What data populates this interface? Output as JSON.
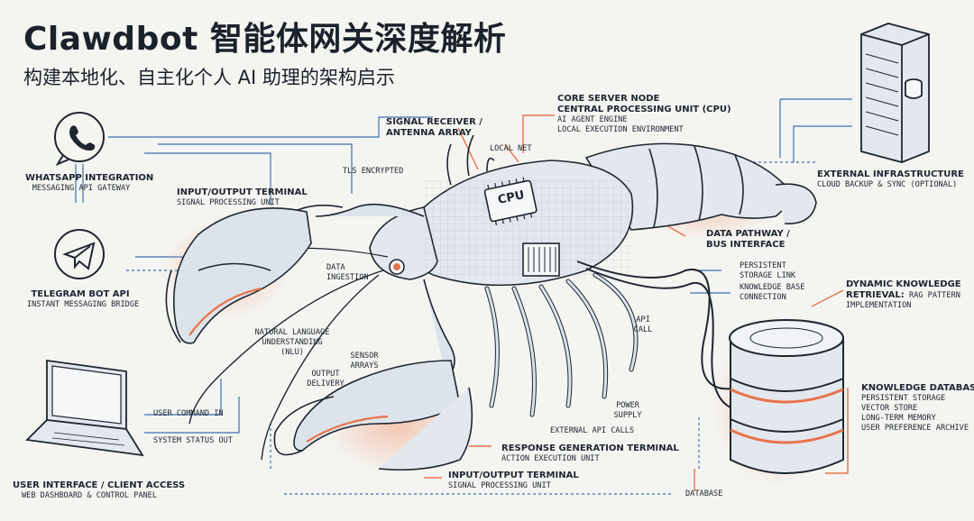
{
  "title": "Clawdbot 智能体网关深度解析",
  "subtitle": "构建本地化、自主化个人 AI 助理的架构启示",
  "labels": {
    "signal_receiver": {
      "l1": "SIGNAL RECEIVER /",
      "l2": "ANTENNA ARRAY"
    },
    "core_server": {
      "l1": "CORE SERVER NODE",
      "l2": "CENTRAL PROCESSING UNIT (CPU)",
      "s1": "AI AGENT ENGINE",
      "s2": "LOCAL EXECUTION ENVIRONMENT"
    },
    "local_net": "LOCAL NET",
    "tls": "TLS ENCRYPTED",
    "whatsapp": {
      "title": "WHATSAPP INTEGRATION",
      "sub": "MESSAGING API GATEWAY"
    },
    "io_terminal_top": {
      "title": "INPUT/OUTPUT TERMINAL",
      "sub": "SIGNAL PROCESSING UNIT"
    },
    "telegram": {
      "title": "TELEGRAM BOT API",
      "sub": "INSTANT MESSAGING BRIDGE"
    },
    "data_ingestion": {
      "l1": "DATA",
      "l2": "INGESTION"
    },
    "nlu": {
      "l1": "NATURAL LANGUAGE",
      "l2": "UNDERSTANDING",
      "l3": "(NLU)"
    },
    "sensor_arrays": {
      "l1": "SENSOR",
      "l2": "ARRAYS"
    },
    "output_delivery": {
      "l1": "OUTPUT",
      "l2": "DELIVERY"
    },
    "user_command": "USER COMMAND IN",
    "system_status": "SYSTEM STATUS OUT",
    "user_interface": {
      "title": "USER INTERFACE / CLIENT ACCESS",
      "sub": "WEB DASHBOARD & CONTROL PANEL"
    },
    "external_infra": {
      "title": "EXTERNAL INFRASTRUCTURE",
      "sub": "CLOUD BACKUP & SYNC (OPTIONAL)"
    },
    "data_pathway": {
      "l1": "DATA PATHWAY /",
      "l2": "BUS INTERFACE"
    },
    "persistent_link": {
      "l1": "PERSISTENT",
      "l2": "STORAGE LINK"
    },
    "kb_connection": {
      "l1": "KNOWLEDGE BASE",
      "l2": "CONNECTION"
    },
    "dynamic_kr": {
      "l1": "DYNAMIC KNOWLEDGE",
      "l2": "RETRIEVAL:",
      "l2b": "RAG PATTERN",
      "l3": "IMPLEMENTATION"
    },
    "api_call": {
      "l1": "API",
      "l2": "CALL"
    },
    "power_supply": {
      "l1": "POWER",
      "l2": "SUPPLY"
    },
    "external_api": "EXTERNAL API CALLS",
    "knowledge_db": {
      "title": "KNOWLEDGE DATABASE",
      "i1": "PERSISTENT STORAGE",
      "i2": "VECTOR STORE",
      "i3": "LONG-TERM MEMORY",
      "i4": "USER PREFERENCE ARCHIVE"
    },
    "response_gen": {
      "title": "RESPONSE GENERATION TERMINAL",
      "sub": "ACTION EXECUTION UNIT"
    },
    "io_terminal_bottom": {
      "title": "INPUT/OUTPUT TERMINAL",
      "sub": "SIGNAL PROCESSING UNIT"
    },
    "database": "DATABASE",
    "cpu_chip": "CPU"
  },
  "colors": {
    "ink": "#1e2630",
    "accent": "#e8734a",
    "line": "#3e6fb0",
    "shell": "#dde3ea"
  }
}
